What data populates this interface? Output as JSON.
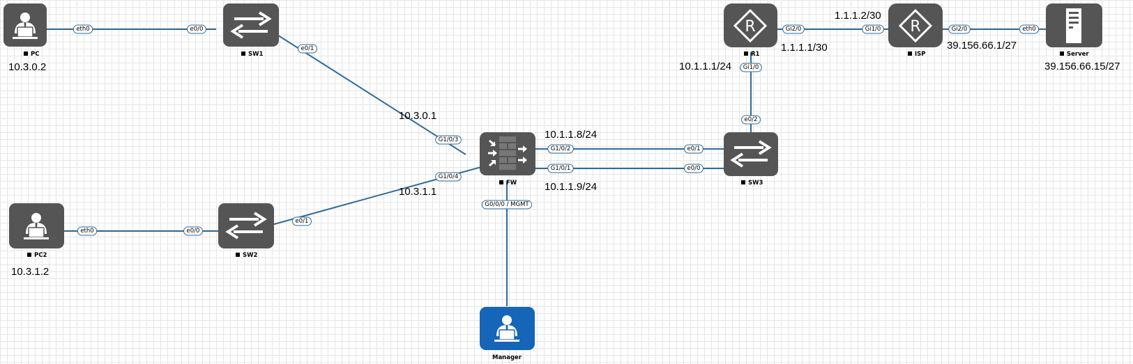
{
  "devices": {
    "pc": {
      "name": "PC"
    },
    "sw1": {
      "name": "SW1"
    },
    "pc2": {
      "name": "PC2"
    },
    "sw2": {
      "name": "SW2"
    },
    "fw": {
      "name": "FW"
    },
    "manager": {
      "name": "Manager"
    },
    "sw3": {
      "name": "SW3"
    },
    "r1": {
      "name": "R1"
    },
    "isp": {
      "name": "ISP"
    },
    "server": {
      "name": "Server"
    }
  },
  "ports": {
    "pc_eth0": "eth0",
    "sw1_e00": "e0/0",
    "sw1_e01": "e0/1",
    "fw_g103": "G1/0/3",
    "pc2_eth0": "eth0",
    "sw2_e00": "e0/0",
    "sw2_e01": "e0/1",
    "fw_g104": "G1/0/4",
    "fw_g102": "G1/0/2",
    "fw_g101": "G1/0/1",
    "sw3_e01": "e0/1",
    "sw3_e00": "e0/0",
    "fw_mgmt": "G0/0/0 / MGMT",
    "sw3_e02": "e0/2",
    "r1_gi10": "Gi1/0",
    "r1_gi20": "Gi2/0",
    "isp_gi10": "Gi1/0",
    "isp_gi20": "Gi2/0",
    "server_eth0": "eth0"
  },
  "ip_labels": {
    "pc": "10.3.0.2",
    "pc2": "10.3.1.2",
    "fw_g103": "10.3.0.1",
    "fw_g104": "10.3.1.1",
    "fw_g102": "10.1.1.8/24",
    "fw_g101": "10.1.1.9/24",
    "r1_gi10": "10.1.1.1/24",
    "r1_gi20": "1.1.1.1/30",
    "isp_gi10": "1.1.1.2/30",
    "isp_gi20": "39.156.66.1/27",
    "server": "39.156.66.15/27"
  },
  "colors": {
    "device_fill": "#555555",
    "manager_fill": "#1565b8",
    "link": "#2f6b9a",
    "grid": "#e6e6e6"
  },
  "icons": {
    "pc": "user-workstation-icon",
    "sw1": "switch-arrows-icon",
    "pc2": "user-workstation-icon",
    "sw2": "switch-arrows-icon",
    "fw": "firewall-icon",
    "manager": "user-workstation-icon",
    "sw3": "switch-arrows-icon",
    "r1": "router-icon",
    "isp": "router-icon",
    "server": "server-tower-icon"
  }
}
